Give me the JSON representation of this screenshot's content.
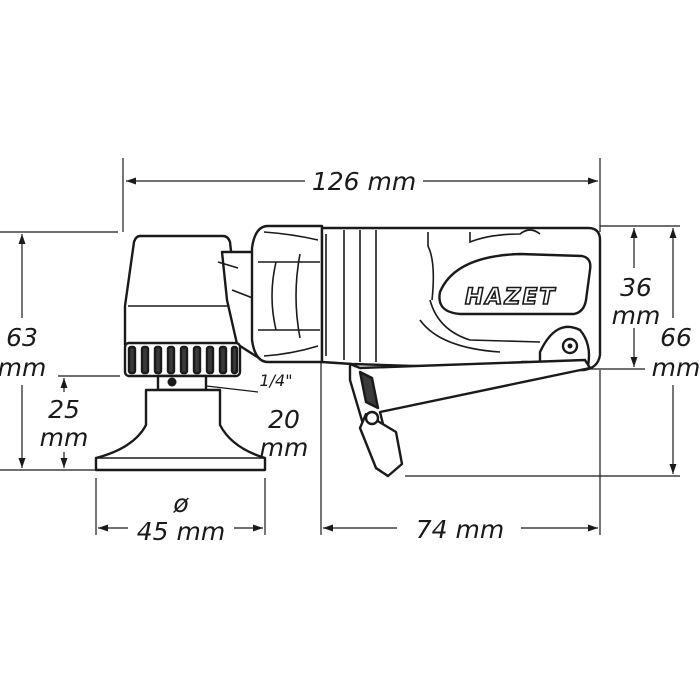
{
  "brand": "HAZET",
  "dimensions": {
    "overall_length": "126 mm",
    "total_height_value": "63",
    "total_height_unit": "mm",
    "pad_height_value": "25",
    "pad_height_unit": "mm",
    "thread": "1/4\"",
    "spindle_offset_value": "20",
    "spindle_offset_unit": "mm",
    "pad_diameter_symbol": "ø",
    "pad_diameter": "45 mm",
    "body_length": "74 mm",
    "body_height_value": "36",
    "body_height_unit": "mm",
    "lever_height_value": "66",
    "lever_height_unit": "mm"
  }
}
